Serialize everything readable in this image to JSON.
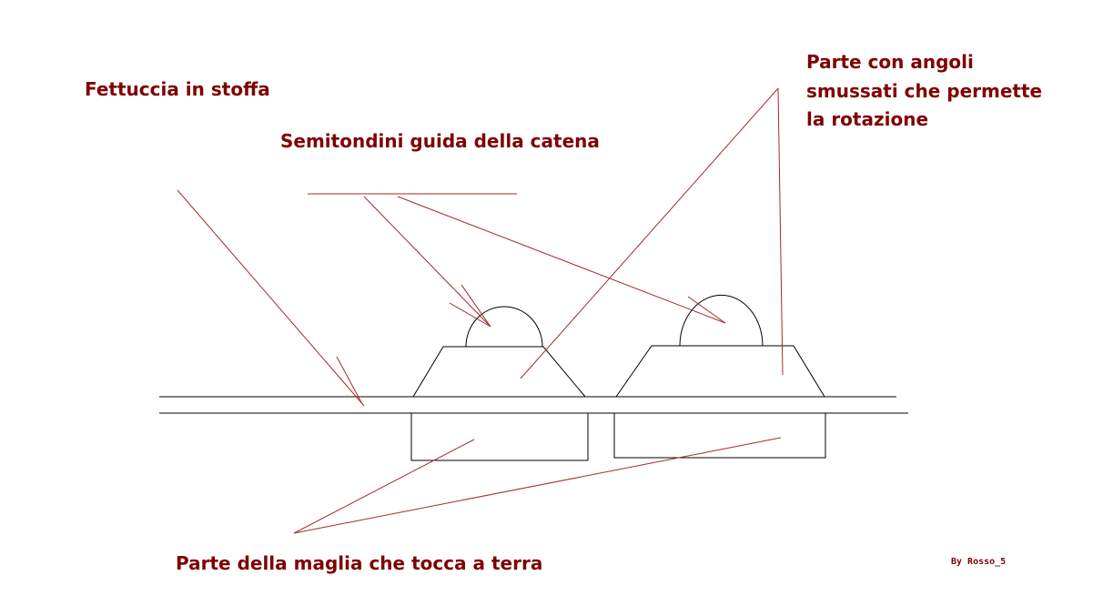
{
  "labels": {
    "fettuccia": "Fettuccia in stoffa",
    "semitondini": "Semitondini guida della catena",
    "parte_angoli_line1": "Parte con angoli",
    "parte_angoli_line2": "smussati che permette",
    "parte_angoli_line3": "la rotazione",
    "parte_terra": "Parte della maglia che tocca a terra"
  },
  "credit": "By Rosso_5",
  "colors": {
    "label_text": "#800000",
    "arrow": "#a52a2a",
    "outline": "#000000",
    "background": "#ffffff"
  }
}
